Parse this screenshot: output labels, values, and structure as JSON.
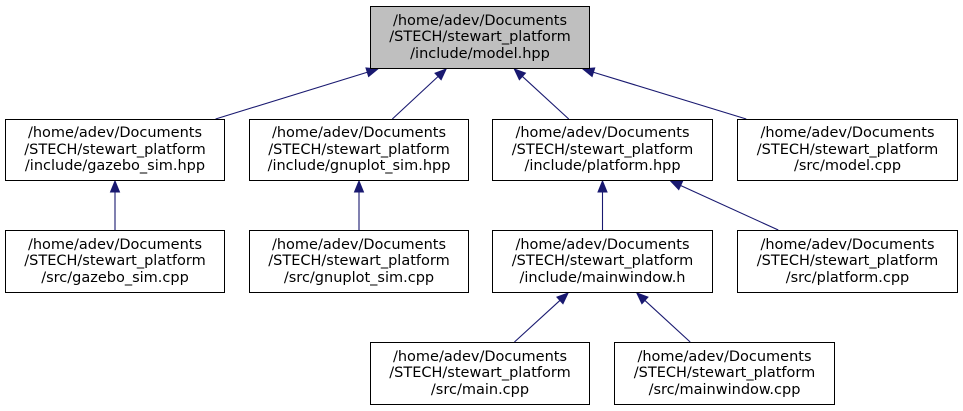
{
  "colors": {
    "edge": "#191970",
    "root_fill": "#bfbfbf",
    "node_fill": "#ffffff",
    "border": "#000000"
  },
  "nodes": {
    "model_hpp": {
      "lines": [
        "/home/adev/Documents",
        "/STECH/stewart_platform",
        "/include/model.hpp"
      ]
    },
    "gazebo_sim_hpp": {
      "lines": [
        "/home/adev/Documents",
        "/STECH/stewart_platform",
        "/include/gazebo_sim.hpp"
      ]
    },
    "gnuplot_sim_hpp": {
      "lines": [
        "/home/adev/Documents",
        "/STECH/stewart_platform",
        "/include/gnuplot_sim.hpp"
      ]
    },
    "platform_hpp": {
      "lines": [
        "/home/adev/Documents",
        "/STECH/stewart_platform",
        "/include/platform.hpp"
      ]
    },
    "model_cpp": {
      "lines": [
        "/home/adev/Documents",
        "/STECH/stewart_platform",
        "/src/model.cpp"
      ]
    },
    "gazebo_sim_cpp": {
      "lines": [
        "/home/adev/Documents",
        "/STECH/stewart_platform",
        "/src/gazebo_sim.cpp"
      ]
    },
    "gnuplot_sim_cpp": {
      "lines": [
        "/home/adev/Documents",
        "/STECH/stewart_platform",
        "/src/gnuplot_sim.cpp"
      ]
    },
    "mainwindow_h": {
      "lines": [
        "/home/adev/Documents",
        "/STECH/stewart_platform",
        "/include/mainwindow.h"
      ]
    },
    "platform_cpp": {
      "lines": [
        "/home/adev/Documents",
        "/STECH/stewart_platform",
        "/src/platform.cpp"
      ]
    },
    "main_cpp": {
      "lines": [
        "/home/adev/Documents",
        "/STECH/stewart_platform",
        "/src/main.cpp"
      ]
    },
    "mainwindow_cpp": {
      "lines": [
        "/home/adev/Documents",
        "/STECH/stewart_platform",
        "/src/mainwindow.cpp"
      ]
    }
  },
  "edges": [
    {
      "from": "gazebo_sim_hpp",
      "to": "model_hpp"
    },
    {
      "from": "gnuplot_sim_hpp",
      "to": "model_hpp"
    },
    {
      "from": "platform_hpp",
      "to": "model_hpp"
    },
    {
      "from": "model_cpp",
      "to": "model_hpp"
    },
    {
      "from": "gazebo_sim_cpp",
      "to": "gazebo_sim_hpp"
    },
    {
      "from": "gnuplot_sim_cpp",
      "to": "gnuplot_sim_hpp"
    },
    {
      "from": "mainwindow_h",
      "to": "platform_hpp"
    },
    {
      "from": "platform_cpp",
      "to": "platform_hpp"
    },
    {
      "from": "main_cpp",
      "to": "mainwindow_h"
    },
    {
      "from": "mainwindow_cpp",
      "to": "mainwindow_h"
    }
  ]
}
